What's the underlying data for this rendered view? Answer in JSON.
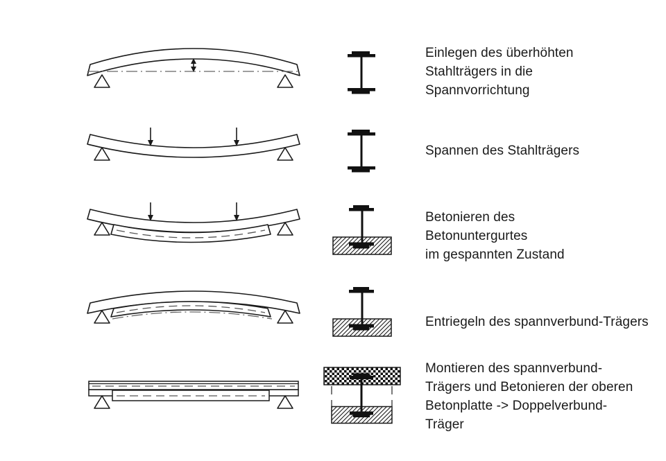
{
  "page": {
    "background": "#ffffff",
    "ink": "#1a1a1a",
    "centerline_color": "#666666",
    "dashed_line_color": "#555555"
  },
  "stages": [
    {
      "id": 1,
      "caption": "Einlegen des überhöhten\nStahlträgers in die\nSpannvorrichtung"
    },
    {
      "id": 2,
      "caption": "Spannen des Stahlträgers"
    },
    {
      "id": 3,
      "caption": "Betonieren des\nBetonuntergurtes\nim gespannten Zustand"
    },
    {
      "id": 4,
      "caption": "Entriegeln des spannverbund-Trägers"
    },
    {
      "id": 5,
      "caption": "Montieren des spannverbund-\nTrägers und Betonieren der oberen\nBetonplatte -> Doppelverbund-\nTräger"
    }
  ]
}
